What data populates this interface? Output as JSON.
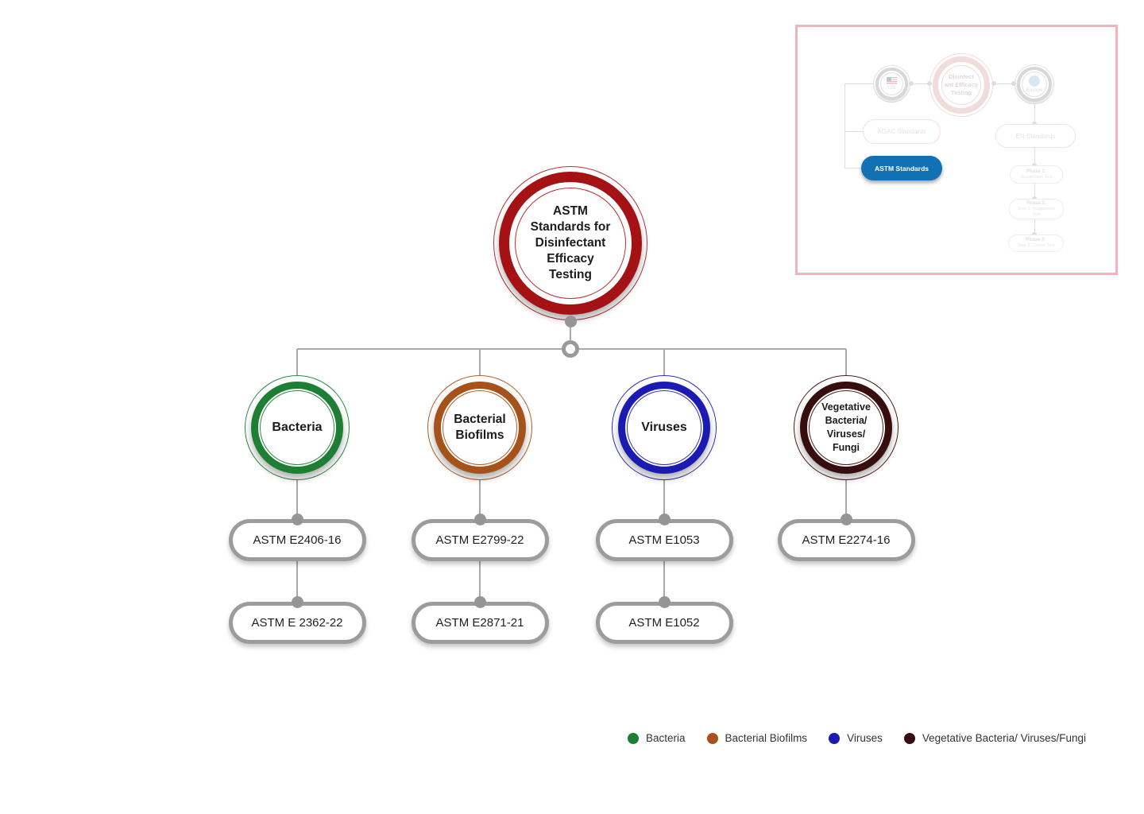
{
  "diagram": {
    "root": {
      "label": "ASTM\nStandards for\nDisinfectant\nEfficacy\nTesting",
      "color": "#A41215"
    },
    "branches": [
      {
        "label": "Bacteria",
        "color": "#1E7E34",
        "standards": [
          "ASTM E2406-16",
          "ASTM E 2362-22"
        ]
      },
      {
        "label": "Bacterial\nBiofilms",
        "color": "#A5521B",
        "standards": [
          "ASTM E2799-22",
          "ASTM E2871-21"
        ]
      },
      {
        "label": "Viruses",
        "color": "#1B1BB3",
        "standards": [
          "ASTM E1053",
          "ASTM E1052"
        ]
      },
      {
        "label": "Vegetative\nBacteria/\nViruses/\nFungi",
        "color": "#380D0D",
        "standards": [
          "ASTM E2274-16"
        ]
      }
    ]
  },
  "legend": {
    "items": [
      {
        "label": "Bacteria",
        "color": "#1E7E34"
      },
      {
        "label": "Bacterial Biofilms",
        "color": "#A5521B"
      },
      {
        "label": "Viruses",
        "color": "#1B1BB3"
      },
      {
        "label": "Vegetative Bacteria/ Viruses/Fungi",
        "color": "#380D0D"
      }
    ]
  },
  "minimap": {
    "border_color": "#F3B0BD",
    "us_node": {
      "label": "US",
      "icon": "us-flag-icon"
    },
    "center_node": {
      "label": "Disinfect\nant Efficacy\nTesting"
    },
    "europe_node": {
      "label": "Europe",
      "icon": "europe-circle-icon"
    },
    "aoac_pill": "AOAC Standards",
    "astm_pill": {
      "label": "ASTM Standards",
      "color": "#1271B5"
    },
    "en_pill": "EN Standards",
    "phase_pills": [
      {
        "title": "Phase 1:",
        "subtitle": "Suspension Test"
      },
      {
        "title": "Phase 2:",
        "subtitle": "Step 1: Suspension\nTest"
      },
      {
        "title": "Phase 2:",
        "subtitle": "Step 2: Carrier Test"
      }
    ]
  }
}
